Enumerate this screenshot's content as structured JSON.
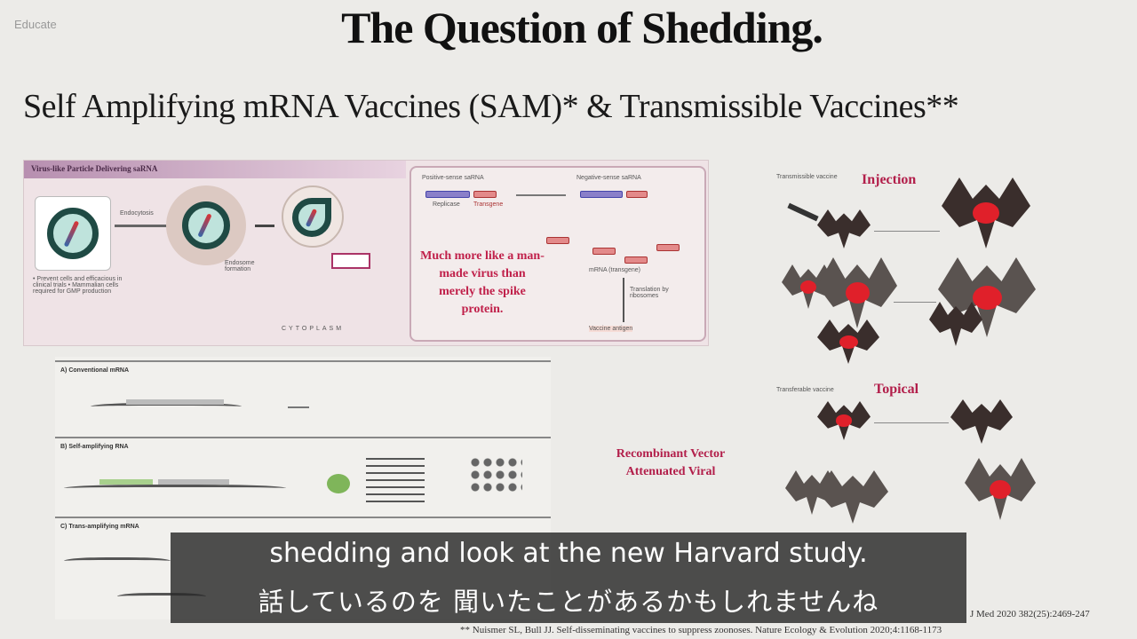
{
  "brand": "Educate",
  "title": "The Question of Shedding.",
  "subtitle": "Self Amplifying mRNA Vaccines (SAM)* & Transmissible Vaccines**",
  "figure1": {
    "header": "Virus-like Particle Delivering saRNA",
    "endocytosis": "Endocytosis",
    "endosome": "Endosome formation",
    "cytoplasm": "CYTOPLASM",
    "notes": "• Prevent cells and efficacious in clinical trials • Mammalian cells required for GMP production",
    "positive": "Positive-sense saRNA",
    "negative": "Negative-sense saRNA",
    "replicase": "Replicase",
    "transgene": "Transgene",
    "mrna": "mRNA (transgene)",
    "translation": "Translation by ribosomes",
    "antigen": "Vaccine antigen",
    "claim": "Much more like a man-made virus than merely the spike protein."
  },
  "figure2": {
    "panels": [
      "A) Conventional mRNA",
      "B) Self-amplifying RNA",
      "C) Trans-amplifying mRNA"
    ]
  },
  "figure3": {
    "injection_note": "Transmissible vaccine",
    "injection": "Injection",
    "topical_note": "Transferable vaccine",
    "topical": "Topical"
  },
  "center_label": "Recombinant Vector\nAttenuated Viral",
  "center_label_1": "Recombinant Vector",
  "center_label_2": "Attenuated Viral",
  "references": {
    "ref1": "J Med 2020 382(25):2469-247",
    "ref2": "** Nuismer SL, Bull JJ. Self-disseminating vaccines to suppress zoonoses. Nature Ecology & Evolution 2020;4:1168-1173"
  },
  "captions": {
    "english": "shedding and look at the new Harvard study.",
    "japanese": "話しているのを 聞いたことがあるかもしれませんね"
  },
  "colors": {
    "accent_red": "#b21e4a",
    "caption_bg": "#2a2a2a"
  }
}
